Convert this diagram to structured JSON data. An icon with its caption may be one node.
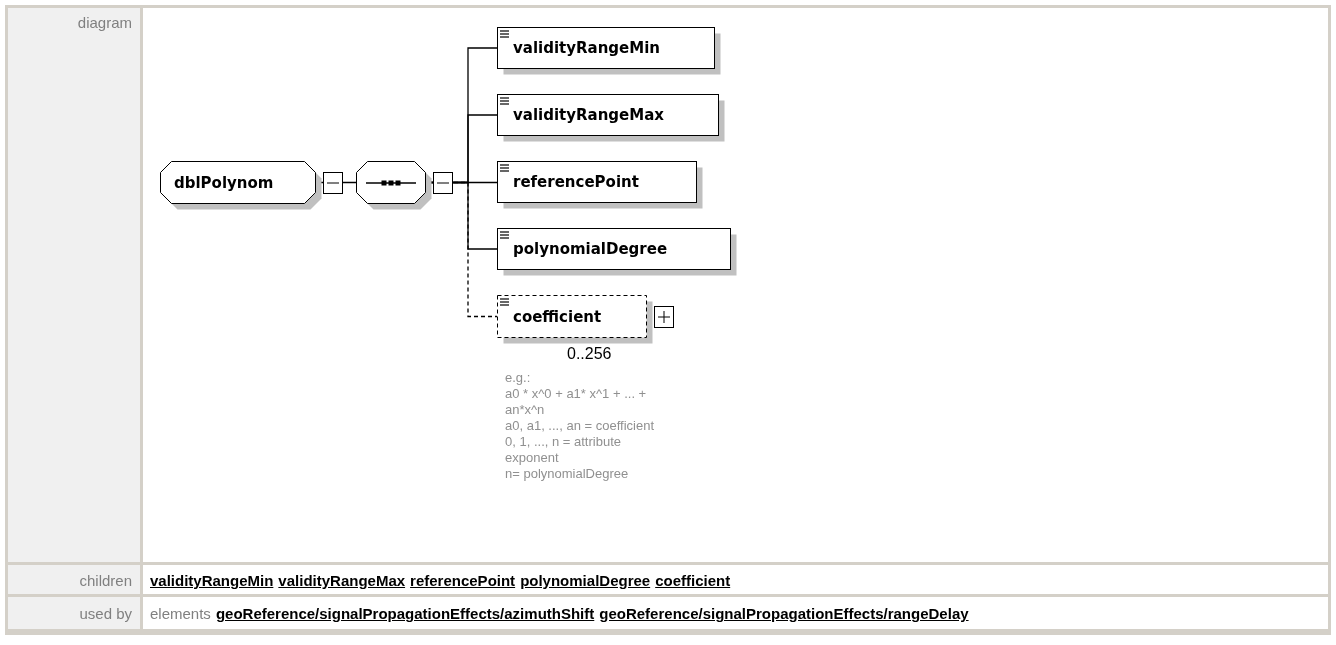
{
  "diagram": {
    "nodes": [
      {
        "text": [
          "dblPolynom"
        ]
      },
      {
        "text": [],
        "shape": "octagon"
      },
      {
        "text": [
          "validityRangeMin"
        ]
      },
      {
        "text": [
          "validityRangeMax"
        ]
      },
      {
        "text": [
          "referencePoint"
        ]
      },
      {
        "text": [
          "polynomialDegree"
        ]
      },
      {
        "text": [
          "coefficient"
        ],
        "beside": [
          "0..256",
          "e.g.:",
          "a0 * x^0 + a1* x^1 + ... + an*x^n",
          "a0, a1, ..., an = coefficient",
          "0, 1, ..., n = attribute exponent",
          "n= polynomialDegree"
        ]
      }
    ],
    "edges": [
      {
        "from": 0,
        "to": 1,
        "arrow": "none"
      },
      {
        "from": 1,
        "to": 2,
        "arrow": "none"
      },
      {
        "from": 1,
        "to": 3,
        "arrow": "none"
      },
      {
        "from": 1,
        "to": 4,
        "arrow": "none"
      },
      {
        "from": 1,
        "to": 5,
        "arrow": "none"
      },
      {
        "from": 1,
        "to": 6,
        "arrow": "none",
        "style": "dashed"
      }
    ],
    "labels": [
      "diagram",
      "children",
      "validityRangeMin",
      "validityRangeMax",
      "referencePoint",
      "polynomialDegree",
      "coefficient",
      "used by",
      "elements",
      "geoReference/signalPropagationEffects/azimuthShift",
      "geoReference/signalPropagationEffects/rangeDelay"
    ]
  }
}
